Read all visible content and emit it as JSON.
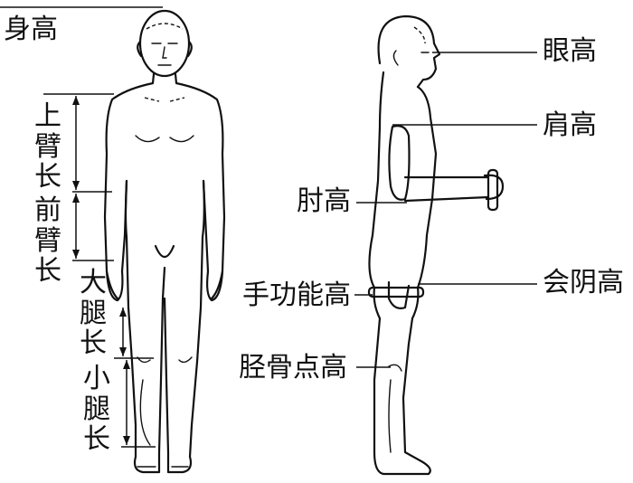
{
  "labels": {
    "stature": "身高",
    "upper_arm_length": "上臂长",
    "forearm_length": "前臂长",
    "thigh_length": "大腿长",
    "lower_leg_length": "小腿长",
    "eye_height": "眼高",
    "shoulder_height": "肩高",
    "elbow_height": "肘高",
    "hand_function_height": "手功能高",
    "crotch_height": "会阴高",
    "tibial_height": "胫骨点高"
  }
}
